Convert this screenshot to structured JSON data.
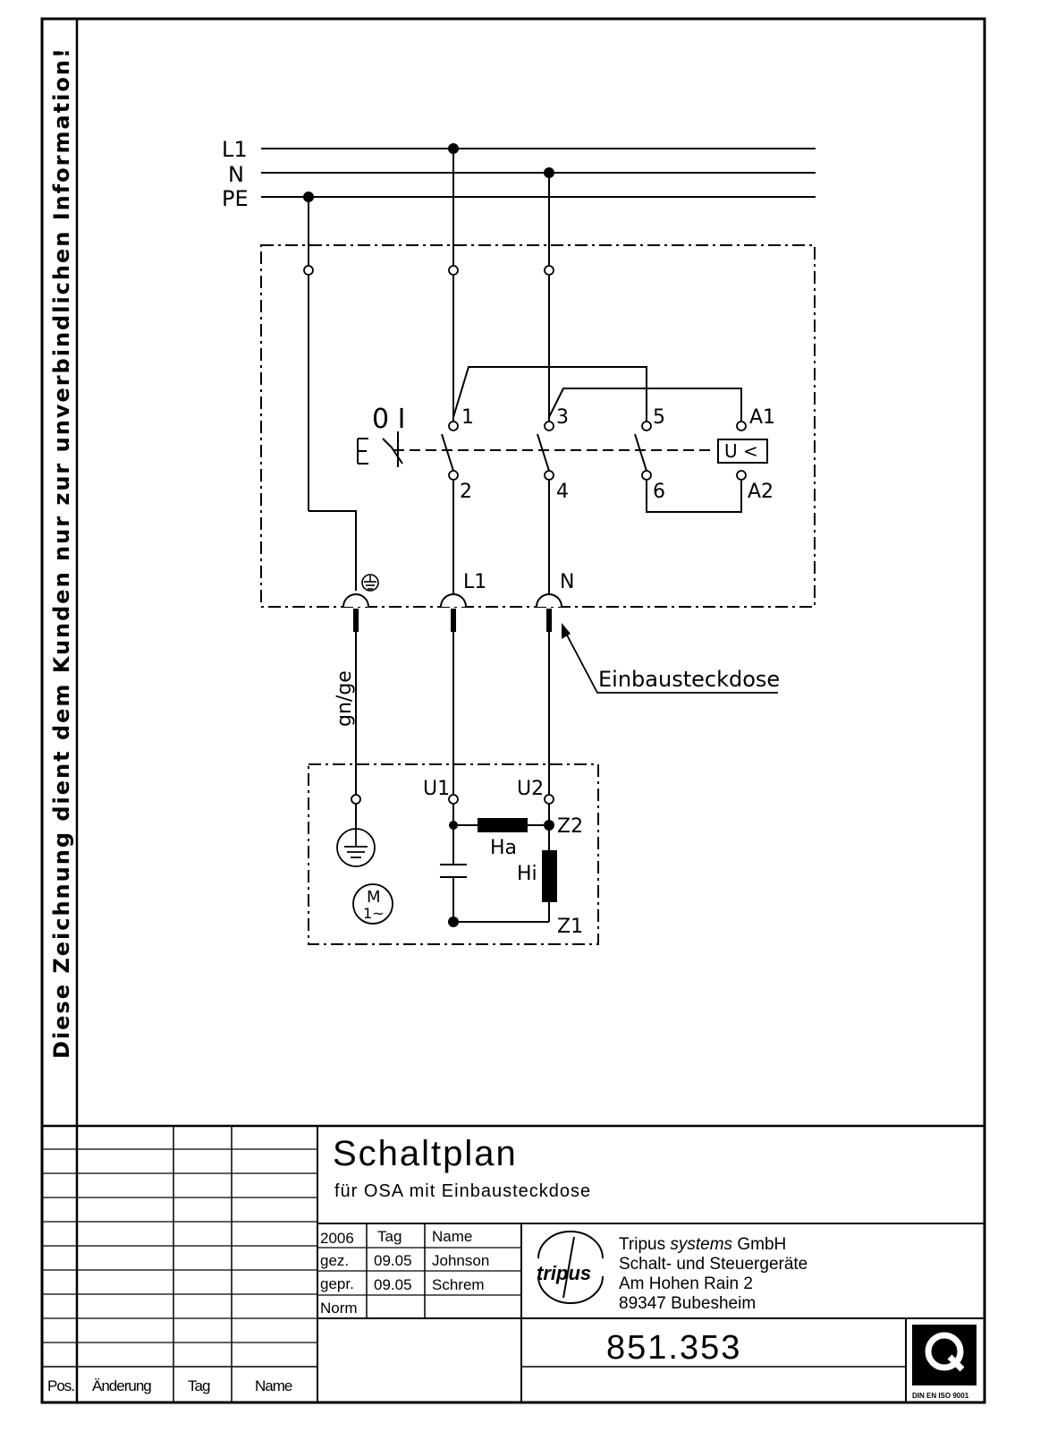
{
  "side_note": "Diese Zeichnung dient dem Kunden nur zur unverbindlichen Information!",
  "supply": {
    "l1": "L1",
    "n": "N",
    "pe": "PE"
  },
  "switch": {
    "label": "0 I",
    "actuator": "E",
    "contacts": {
      "c1": "1",
      "c2": "2",
      "c3": "3",
      "c4": "4",
      "c5": "5",
      "c6": "6"
    },
    "relay": "U <",
    "relay_a1": "A1",
    "relay_a2": "A2"
  },
  "socket": {
    "l1": "L1",
    "n": "N",
    "callout": "Einbausteckdose"
  },
  "cable_color": "gn/ge",
  "motor": {
    "u1": "U1",
    "u2": "U2",
    "z1": "Z1",
    "z2": "Z2",
    "ha": "Ha",
    "hi": "Hi",
    "symbol_m": "M",
    "symbol_type": "1~"
  },
  "title_block": {
    "title": "Schaltplan",
    "subtitle": "für OSA mit Einbausteckdose",
    "year": "2006",
    "col_tag": "Tag",
    "col_name": "Name",
    "row_gez": "gez.",
    "row_gez_date": "09.05",
    "row_gez_name": "Johnson",
    "row_gepr": "gepr.",
    "row_gepr_date": "09.05",
    "row_gepr_name": "Schrem",
    "row_norm": "Norm",
    "company_brand": "systems",
    "company_name_pre": "Tripus",
    "company_name_post": "GmbH",
    "company_line2": "Schalt- und Steuergeräte",
    "company_line3": "Am Hohen Rain 2",
    "company_line4": "89347 Bubesheim",
    "logo_text": "tripus",
    "drawing_number": "851.353",
    "cert_text": "DIN EN ISO 9001",
    "revision_headers": [
      "Pos.",
      "Änderung",
      "Tag",
      "Name"
    ]
  }
}
